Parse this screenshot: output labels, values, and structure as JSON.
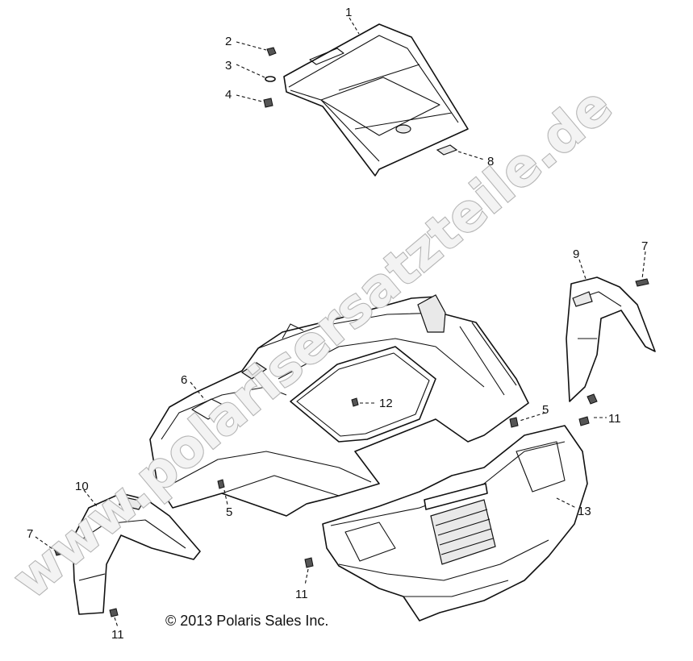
{
  "diagram": {
    "callouts": [
      {
        "id": "c1",
        "label": "1"
      },
      {
        "id": "c2",
        "label": "2"
      },
      {
        "id": "c3",
        "label": "3"
      },
      {
        "id": "c4",
        "label": "4"
      },
      {
        "id": "c8",
        "label": "8"
      },
      {
        "id": "c7a",
        "label": "7"
      },
      {
        "id": "c9",
        "label": "9"
      },
      {
        "id": "c6",
        "label": "6"
      },
      {
        "id": "c12",
        "label": "12"
      },
      {
        "id": "c5a",
        "label": "5"
      },
      {
        "id": "c11a",
        "label": "11"
      },
      {
        "id": "c5b",
        "label": "5"
      },
      {
        "id": "c10",
        "label": "10"
      },
      {
        "id": "c7b",
        "label": "7"
      },
      {
        "id": "c13",
        "label": "13"
      },
      {
        "id": "c11b",
        "label": "11"
      },
      {
        "id": "c11c",
        "label": "11"
      }
    ],
    "copyright": "© 2013 Polaris Sales Inc.",
    "watermark": "www.polarisersatzteile.de"
  }
}
